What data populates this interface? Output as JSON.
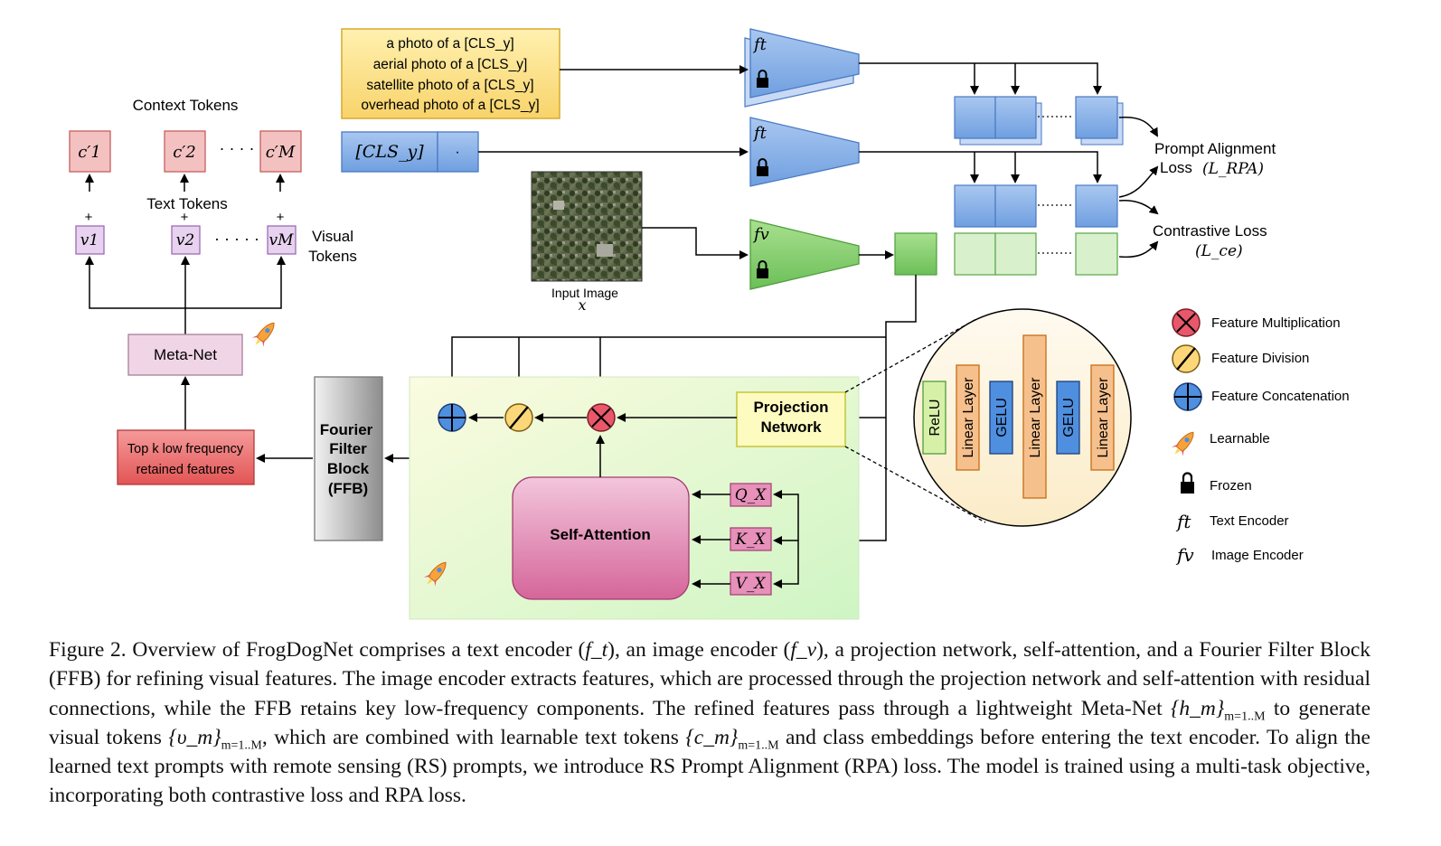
{
  "prompts": {
    "list": [
      "a photo of a [CLS_y]",
      "aerial photo of a [CLS_y]",
      "satellite photo of a [CLS_y]",
      "overhead photo of a [CLS_y]"
    ],
    "cls_token": "[CLS_y]",
    "dot": "·"
  },
  "left": {
    "context_tokens_label": "Context Tokens",
    "text_tokens_label": "Text Tokens",
    "visual_tokens_label_1": "Visual",
    "visual_tokens_label_2": "Tokens",
    "c1": "c′1",
    "c2": "c′2",
    "cM": "c′M",
    "v1": "v1",
    "v2": "v2",
    "vM": "vM",
    "plus": "+",
    "dots": "· · · ·",
    "dots_v": "· · · · ·",
    "meta_net": "Meta-Net",
    "topk_1": "Top k low frequency",
    "topk_2": "retained features"
  },
  "encoders": {
    "ft": "ft",
    "fv": "fv",
    "input_image_label": "Input Image",
    "input_image_var": "x"
  },
  "losses": {
    "rpa_1": "Prompt Alignment",
    "rpa_2": "Loss",
    "rpa_sym": "(L_RPA)",
    "ce_1": "Contrastive Loss",
    "ce_sym": "(L_ce)"
  },
  "ffb": {
    "l1": "Fourier",
    "l2": "Filter",
    "l3": "Block",
    "l4": "(FFB)"
  },
  "module": {
    "projection_1": "Projection",
    "projection_2": "Network",
    "self_attention": "Self-Attention",
    "q": "Q_X",
    "k": "K_X",
    "v": "V_X"
  },
  "zoom": {
    "layers": [
      "ReLU",
      "Linear Layer",
      "GELU",
      "Linear Layer",
      "GELU",
      "Linear Layer"
    ]
  },
  "legend": {
    "mult": "Feature Multiplication",
    "div": "Feature Division",
    "concat": "Feature Concatenation",
    "learnable": "Learnable",
    "frozen": "Frozen",
    "text_enc_sym": "ft",
    "text_enc": "Text Encoder",
    "img_enc_sym": "fv",
    "img_enc": "Image Encoder"
  },
  "colors": {
    "blue": "#8fb3e8",
    "green": "#93d47f",
    "yellow_prompt": "#fbe08a",
    "pink_token": "#f4c1c1",
    "purple_token": "#e7d2ef",
    "red_box": "#ea6b6b",
    "module_bg": "#e8f9dd",
    "self_attn": "#d9779f",
    "zoom_bg": "#fdf5df",
    "orange_layer": "#f6c08d",
    "blue_layer": "#4f8fe0",
    "green_layer": "#d7f0a8"
  },
  "caption": {
    "p1": "Figure 2. Overview of FrogDogNet comprises a text encoder (",
    "p2": "), an image encoder (",
    "p3": "), a projection network, self-attention, and a Fourier Filter Block (FFB) for refining visual features. The image encoder extracts features, which are processed through the projection network and self-attention with residual connections, while the FFB retains key low-frequency components. The refined features pass through a lightweight Meta-Net ",
    "p4": " to generate visual tokens ",
    "p5": ", which are combined with learnable text tokens ",
    "p6": " and class embeddings before entering the text encoder. To align the learned text prompts with remote sensing (RS) prompts, we introduce RS Prompt Alignment (RPA) loss. The model is trained using a multi-task objective, incorporating both contrastive loss and RPA loss.",
    "m_ft": "f_t",
    "m_fv": "f_v",
    "m_h": "{h_m}",
    "m_v": "{υ_m}",
    "m_c": "{c_m}",
    "m_range": "m=1..M"
  }
}
